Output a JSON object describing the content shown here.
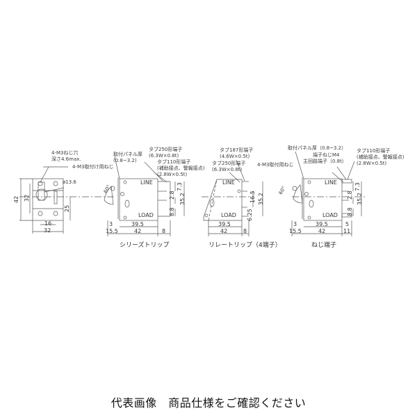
{
  "views": {
    "front": {
      "label_hole": "4-M3ねじ穴",
      "label_depth": "深さ4.6max.",
      "label_dia": "ø13.6",
      "dim_height_outer": "42",
      "dim_height_inner": "32",
      "dim_offset": "25",
      "dim_width_inner": "16",
      "dim_width_outer": "32"
    },
    "series_trip": {
      "caption": "シリーズトリップ",
      "label_mount_screw": "4-M3取付け用ねじ",
      "label_panel": "取付パネル厚",
      "label_panel_range": "(0.8~3.2)",
      "label_tab250": "タブ250形端子",
      "label_tab250_spec": "(6.3W×0.8t)",
      "label_tab110": "タブ110形端子",
      "label_tab110_sub": "(補助接点、警報接点)",
      "label_tab110_spec": "(2.8W×0.5t)",
      "line": "LINE",
      "load": "LOAD",
      "angle": "60°",
      "dim_3": "3",
      "dim_39_5": "39.5",
      "dim_15_5": "15.5",
      "dim_42": "42",
      "dim_8": "8",
      "dim_7_3": "7.3",
      "dim_2_8": "2.8",
      "dim_8_8": "8.8",
      "dim_35_2": "35.2"
    },
    "relay_trip": {
      "caption": "リレートリップ（4端子）",
      "label_tab187": "タブ187形端子",
      "label_tab187_spec": "(4.6W×0.5t)",
      "label_tab250": "タブ250形端子",
      "label_tab250_spec": "(6.3W×0.8t)",
      "line": "LINE",
      "load": "LOAD",
      "dim_16_5": "16.5",
      "dim_35_2": "35.2",
      "dim_6_25": "6.25",
      "dim_39_5": "39.5",
      "dim_42": "42",
      "dim_8": "8"
    },
    "screw_terminal": {
      "caption": "ねじ端子",
      "label_mount_screw": "4-M3取付用ねじ",
      "label_panel": "取付パネル厚（0.8~3.2）",
      "label_terminal_screw": "端子ねじM4",
      "label_main_terminal": "主回路端子（0.8t）",
      "label_tab110": "タブ110形端子",
      "label_tab110_sub": "(補助接点、警報接点)",
      "label_tab110_spec": "(2.8W×0.5t)",
      "line": "LINE",
      "load": "LOAD",
      "angle": "60°",
      "dim_3": "3",
      "dim_39_5": "39.5",
      "dim_15_5": "15.5",
      "dim_42": "42",
      "dim_5": "5",
      "dim_11": "11",
      "dim_7_3": "7.3",
      "dim_2_8": "2.8",
      "dim_8_8": "8.8",
      "dim_35_2": "35.2"
    }
  },
  "footer": "代表画像　商品仕様をご確認ください"
}
